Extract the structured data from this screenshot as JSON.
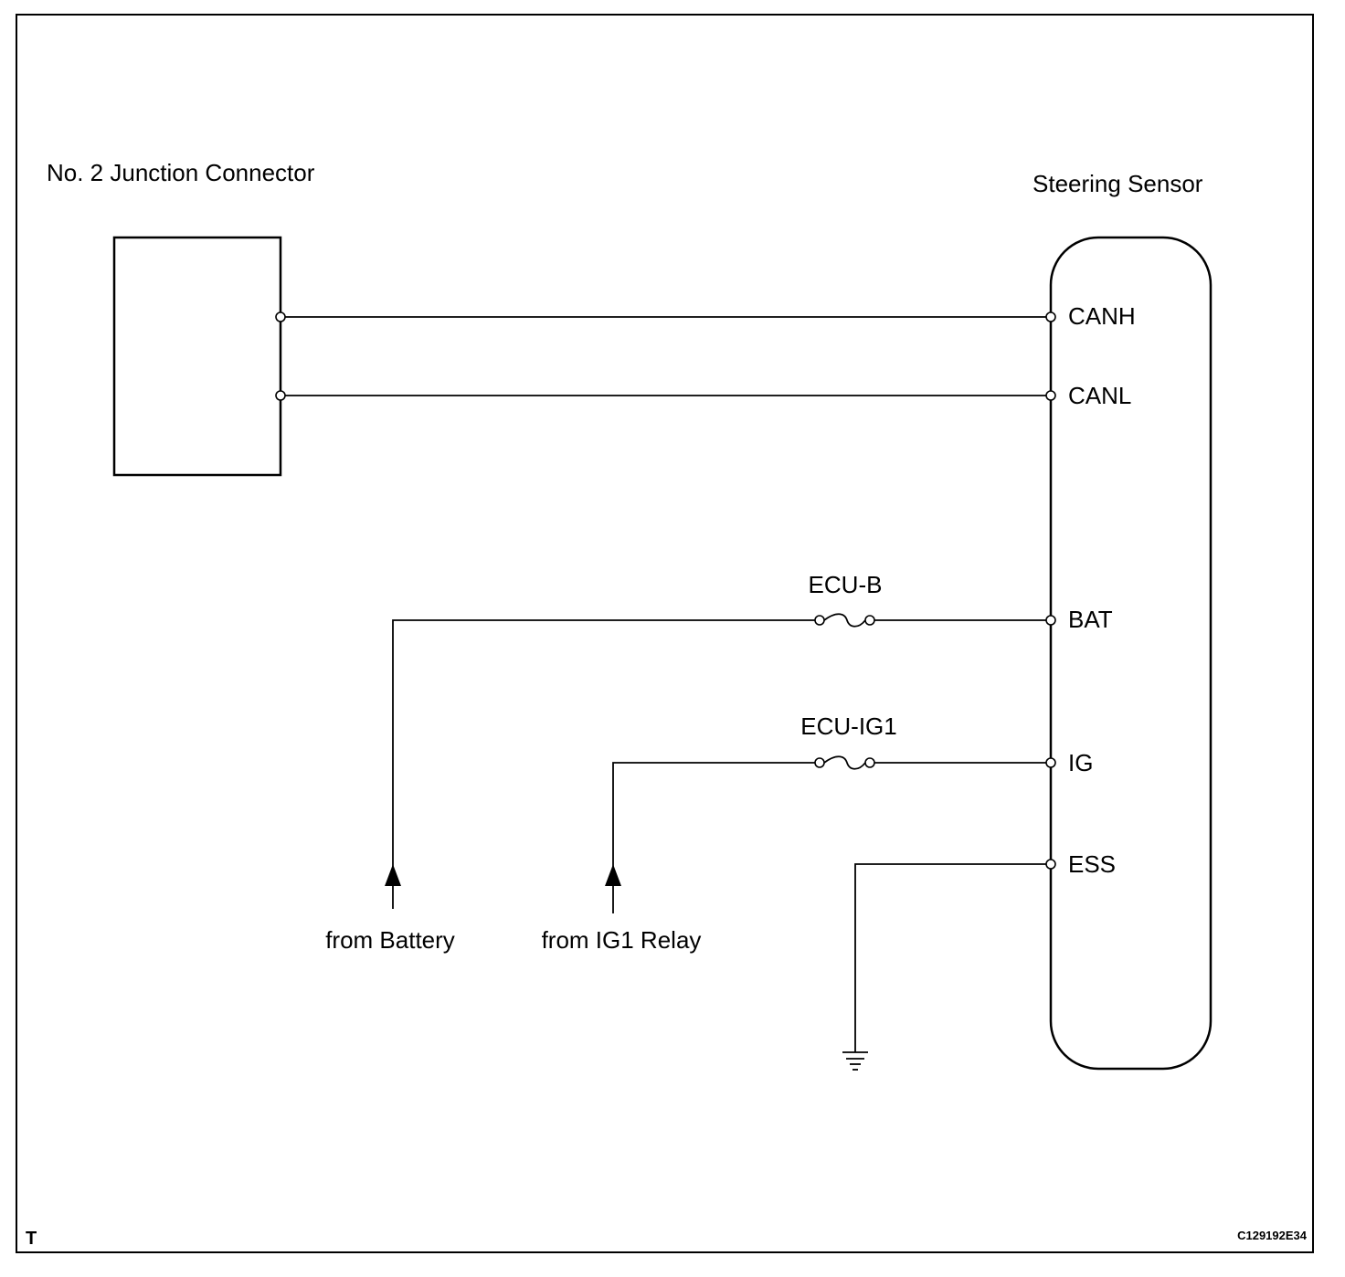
{
  "junction_connector": {
    "label": "No. 2 Junction Connector"
  },
  "steering_sensor": {
    "label": "Steering Sensor",
    "pins": [
      "CANH",
      "CANL",
      "BAT",
      "IG",
      "ESS"
    ]
  },
  "fuses": [
    "ECU-B",
    "ECU-IG1"
  ],
  "sources": [
    "from Battery",
    "from IG1 Relay"
  ],
  "footer": {
    "corner_mark": "T",
    "figure_code": "C129192E34"
  },
  "colors": {
    "line": "#000000",
    "background": "#ffffff"
  }
}
